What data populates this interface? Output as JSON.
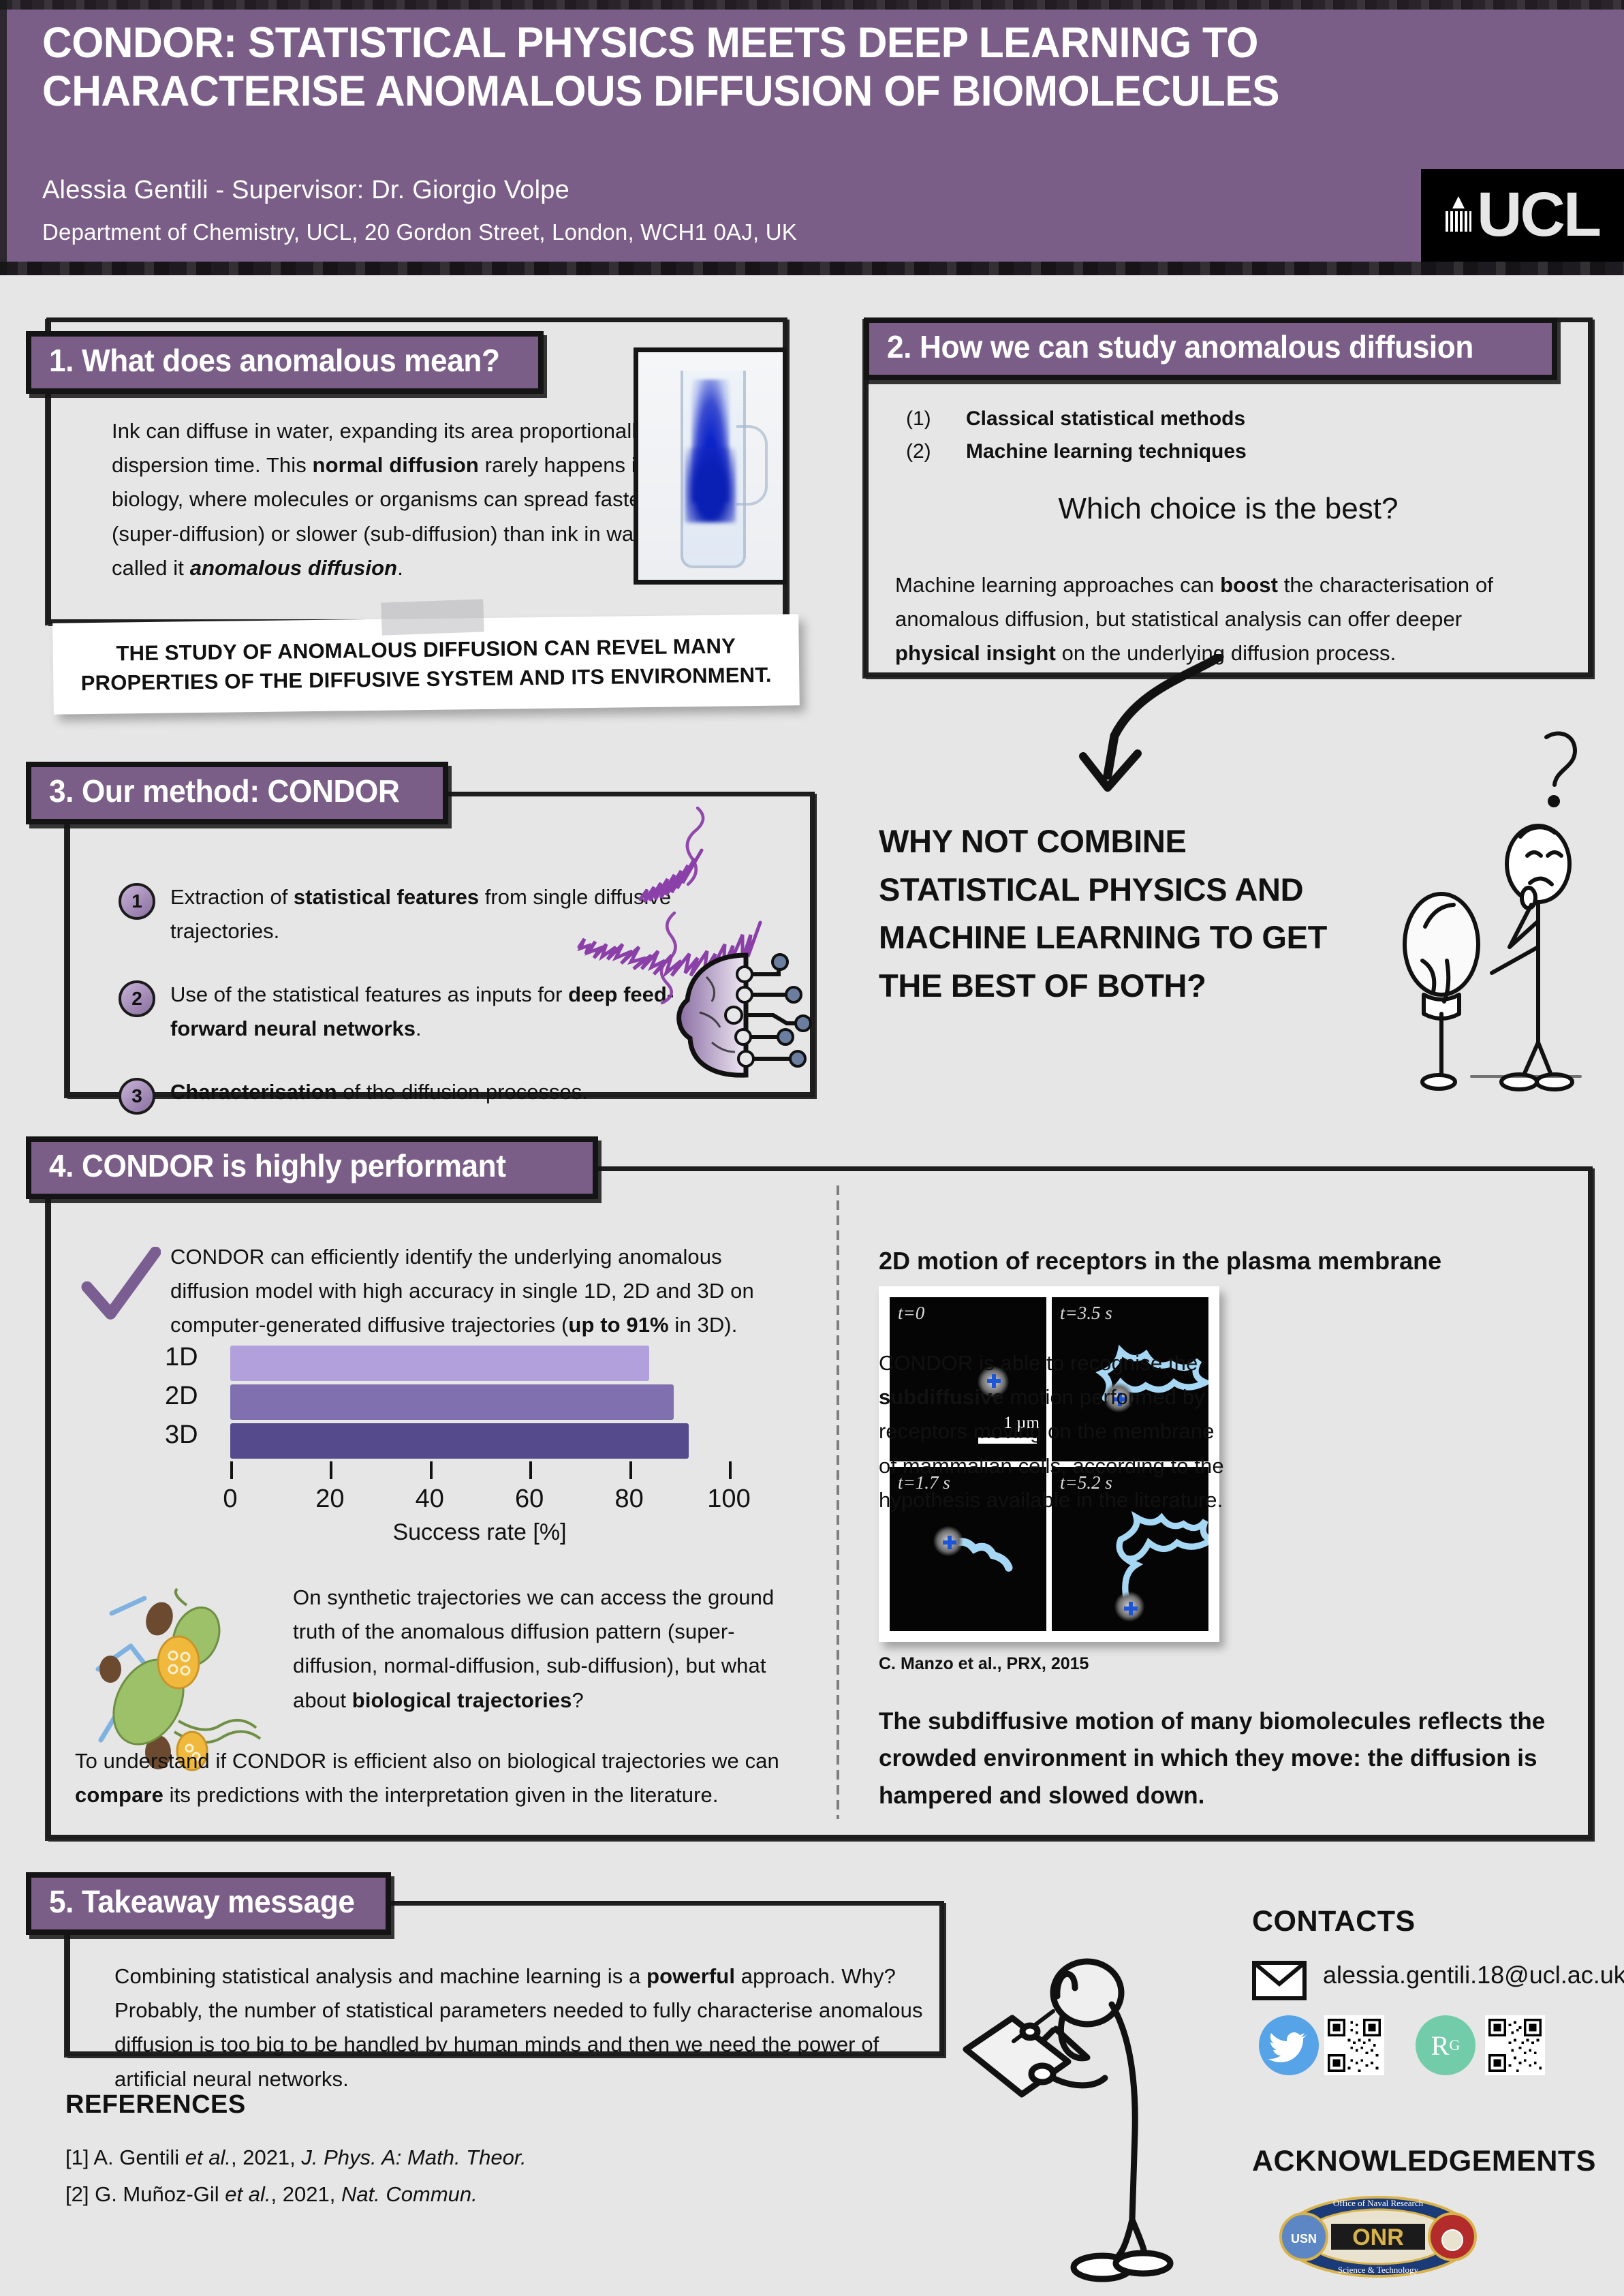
{
  "header": {
    "title": "CONDOR: STATISTICAL PHYSICS MEETS DEEP LEARNING TO CHARACTERISE ANOMALOUS DIFFUSION OF BIOMOLECULES",
    "authors": "Alessia Gentili - Supervisor: Dr. Giorgio Volpe",
    "affiliation": "Department of Chemistry, UCL, 20 Gordon Street, London, WCH1 0AJ, UK",
    "logo_text": "UCL",
    "bg_color": "#7b5e87"
  },
  "section1": {
    "heading": "1. What does anomalous mean?",
    "paragraph_html": "Ink can diffuse in water, expanding its area proportionally to the dispersion time.  This <b>normal diffusion</b> rarely happens in biology,  where molecules or organisms can spread faster (super-diffusion) or slower (sub-diffusion) than ink in water. We called it <b><i>anomalous diffusion</i></b>.",
    "callout": "THE STUDY OF ANOMALOUS DIFFUSION CAN REVEL MANY PROPERTIES OF THE DIFFUSIVE SYSTEM AND ITS ENVIRONMENT.",
    "photo_caption": "ink-diffusing-in-glass-of-water"
  },
  "section2": {
    "heading": "2. How we can study anomalous diffusion",
    "items": [
      {
        "num": "(1)",
        "label": "Classical statistical methods"
      },
      {
        "num": "(2)",
        "label": "Machine learning techniques"
      }
    ],
    "question": "Which choice is the best?",
    "paragraph_html": "Machine learning approaches can <b>boost</b> the characterisation of anomalous diffusion, but statistical analysis can offer deeper <b>physical insight</b> on the underlying diffusion process."
  },
  "why_not": {
    "text": "WHY NOT COMBINE STATISTICAL PHYSICS  AND MACHINE LEARNING TO GET THE BEST OF BOTH?",
    "question_mark": "?"
  },
  "section3": {
    "heading": "3. Our method: CONDOR",
    "items": [
      {
        "num": "1",
        "html": "Extraction of <b>statistical features</b> from single diffusive trajectories."
      },
      {
        "num": "2",
        "html": "Use of the statistical features as inputs for <b>deep feed-forward neural networks</b>."
      },
      {
        "num": "3",
        "html": "<b>Characterisation</b> of the diffusion processes."
      }
    ]
  },
  "section4": {
    "heading": "4. CONDOR is highly performant",
    "paragraph1_html": "CONDOR can efficiently identify the underlying anomalous diffusion model with high accuracy in single 1D, 2D and 3D on computer-generated diffusive trajectories (<b>up to 91%</b> in 3D).",
    "paragraph2_html": "On synthetic trajectories we can access the ground truth of the anomalous diffusion pattern (super-diffusion, normal-diffusion, sub-diffusion), but what about <b>biological trajectories</b>?",
    "paragraph3_html": "To understand if CONDOR is efficient also on biological trajectories we can <b>compare</b> its predictions with the interpretation given in the literature.",
    "right_title": "2D motion of receptors in the plasma membrane",
    "right_paragraph_html": "CONDOR is able to recognise the <b>subdiffusive</b> motion performed by receptors moving on the membrane of mammalian cells, according to the hypothesis available in the literature.",
    "micrograph": {
      "frames": [
        "t=0",
        "t=3.5 s",
        "t=1.7 s",
        "t=5.2 s"
      ],
      "scale_bar_label": "1 µm"
    },
    "credit": "C. Manzo et al., PRX, 2015",
    "bold_statement": "The subdiffusive motion of many biomolecules reflects the crowded environment in which they move: the diffusion is hampered and slowed down."
  },
  "chart_data": {
    "type": "bar",
    "orientation": "horizontal",
    "title": "",
    "categories": [
      "1D",
      "2D",
      "3D"
    ],
    "values": [
      84,
      89,
      92
    ],
    "colors": [
      "#b2a0dd",
      "#8070b0",
      "#554a8c"
    ],
    "xlabel": "Success rate [%]",
    "ylabel": "",
    "xlim": [
      0,
      100
    ],
    "xticks": [
      0,
      20,
      40,
      60,
      80,
      100
    ],
    "xticklabels": [
      "0",
      "20",
      "40",
      "60",
      "80",
      "100"
    ],
    "grid": false,
    "legend": "none"
  },
  "section5": {
    "heading": "5. Takeaway message",
    "paragraph_html": "Combining statistical analysis and machine learning is a <b>powerful</b> approach. Why?  Probably, the number of statistical parameters needed to fully characterise anomalous diffusion is too big to be handled by human minds and then we need the power of artificial neural networks."
  },
  "references": {
    "title": "REFERENCES",
    "items_html": [
      "[1]  A. Gentili <i>et al.</i>,  2021,  <i>J. Phys. A: Math. Theor.</i>",
      "[2]  G. Muñoz-Gil <i>et al.</i>,  2021, <i>Nat. Commun.</i>"
    ]
  },
  "contacts": {
    "title": "CONTACTS",
    "email": "alessia.gentili.18@ucl.ac.uk",
    "twitter_label": "twitter",
    "researchgate_label": "R",
    "researchgate_sup": "G"
  },
  "acknowledgements": {
    "title": "ACKNOWLEDGEMENTS",
    "logo_lines": [
      "Office of Naval Research",
      "ONR",
      "Science & Technology",
      "USN"
    ]
  }
}
